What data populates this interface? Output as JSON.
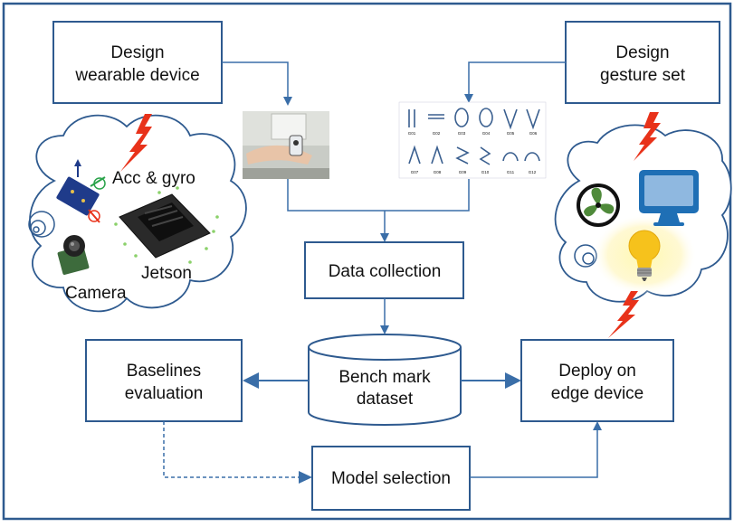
{
  "boxes": {
    "design_wearable": [
      "Design",
      "wearable device"
    ],
    "design_gesture": [
      "Design",
      "gesture set"
    ],
    "data_collection": "Data collection",
    "benchmark": [
      "Bench mark",
      "dataset"
    ],
    "baselines": [
      "Baselines",
      "evaluation"
    ],
    "deploy": [
      "Deploy on",
      "edge device"
    ],
    "model_selection": "Model selection"
  },
  "cloud_left": {
    "acc_gyro": "Acc & gyro",
    "jetson": "Jetson",
    "camera": "Camera"
  },
  "gesture_codes": {
    "row1": [
      "G01",
      "G02",
      "G03",
      "G04",
      "G05",
      "G06"
    ],
    "row2": [
      "G07",
      "G08",
      "G09",
      "G10",
      "G11",
      "G12"
    ]
  },
  "colors": {
    "frame": "#2e5a8f",
    "box_border": "#2e5a8f",
    "arrow": "#3a6ea8",
    "lightning": "#e8321a",
    "bulb_glow": "#fff4a0",
    "monitor": "#1f6fb5"
  }
}
